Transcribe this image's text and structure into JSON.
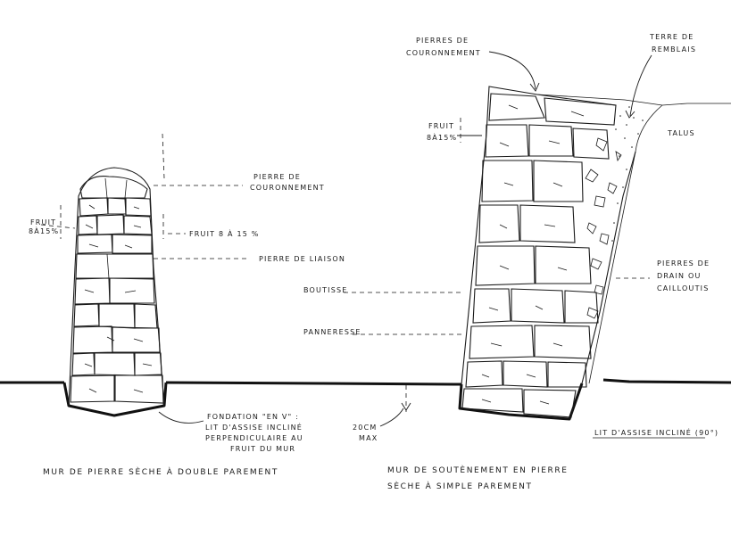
{
  "labels": {
    "pierre_couronnement_left_1": "Pierre de",
    "pierre_couronnement_left_2": "couronnement",
    "fruit_left_1": "Fruit",
    "fruit_left_2": "8à15%",
    "fruit_left_right": "Fruit 8 à 15 %",
    "pierre_liaison": "Pierre de liaison",
    "boutisse": "Boutisse",
    "panneresse": "Panneresse",
    "fondation_1": "Fondation \"en V\" :",
    "fondation_2": "lit d'assise incliné",
    "fondation_3": "perpendiculaire au",
    "fondation_4": "fruit du mur",
    "depth_1": "20cm",
    "depth_2": "max",
    "caption_left": "Mur de pierre sèche à double parement",
    "pierres_couronnement_right_1": "Pierres de",
    "pierres_couronnement_right_2": "couronnement",
    "terre_remblais_1": "Terre de",
    "terre_remblais_2": "remblais",
    "fruit_right_1": "Fruit",
    "fruit_right_2": "8à15%",
    "talus": "Talus",
    "pierres_drain_1": "Pierres de",
    "pierres_drain_2": "drain ou",
    "pierres_drain_3": "cailloutis",
    "lit_assise": "Lit d'assise incliné (90°)",
    "caption_right_1": "Mur de soutènement en pierre",
    "caption_right_2": "sèche à simple parement"
  }
}
